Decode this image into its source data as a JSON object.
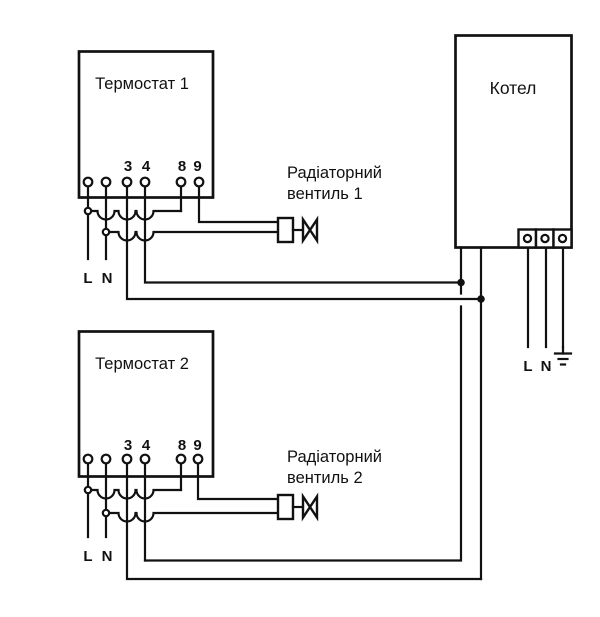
{
  "thermostat1": {
    "label": "Термостат 1",
    "terminal_numbers": [
      "3",
      "4",
      "8",
      "9"
    ],
    "l_label": "L",
    "n_label": "N"
  },
  "thermostat2": {
    "label": "Термостат 2",
    "terminal_numbers": [
      "3",
      "4",
      "8",
      "9"
    ],
    "l_label": "L",
    "n_label": "N"
  },
  "boiler": {
    "label": "Котел",
    "l_label": "L",
    "n_label": "N"
  },
  "valve1": {
    "line1": "Радіаторний",
    "line2": "вентиль 1"
  },
  "valve2": {
    "line1": "Радіаторний",
    "line2": "вентиль 2"
  },
  "colors": {
    "line": "#111111",
    "background": "#ffffff"
  }
}
